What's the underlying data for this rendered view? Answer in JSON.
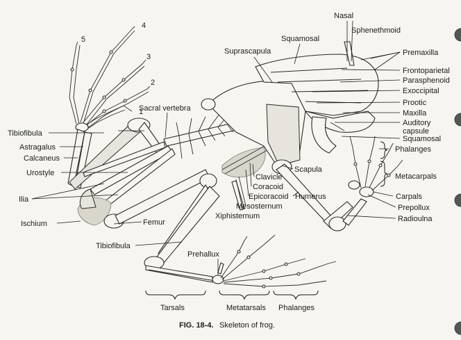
{
  "labels": {
    "nasal": "Nasal",
    "sphenethmoid": "Sphenethmoid",
    "squamosal_top": "Squamosal",
    "premaxilla": "Premaxilla",
    "suprascapula": "Suprascapula",
    "frontoparietal": "Frontoparietal",
    "parasphenoid": "Parasphenoid",
    "exoccipital": "Exoccipital",
    "prootic": "Prootic",
    "maxilla": "Maxilla",
    "auditory_capsule_line1": "Auditory",
    "auditory_capsule_line2": "capsule",
    "squamosal_right": "Squamosal",
    "phalanges_right": "Phalanges",
    "metacarpals": "Metacarpals",
    "carpals": "Carpals",
    "prepollux": "Prepollux",
    "radioulna": "Radioulna",
    "sacral_vertebra": "Sacral vertebra",
    "tibiofibula_top": "Tibiofibula",
    "astragalus": "Astragalus",
    "calcaneus": "Calcaneus",
    "urostyle": "Urostyle",
    "ilia": "Ilia",
    "ischium": "Ischium",
    "femur": "Femur",
    "tibiofibula_bottom": "Tibiofibula",
    "scapula": "Scapula",
    "clavicle": "Clavicle",
    "coracoid": "Coracoid",
    "epicoracoid": "Epicoracoid",
    "mesosternum": "Mesosternum",
    "xiphisternum": "Xiphisternum",
    "humerus": "Humerus",
    "prehallux": "Prehallux",
    "tarsals": "Tarsals",
    "metatarsals": "Metatarsals",
    "phalanges_bottom": "Phalanges"
  },
  "toe_numbers": [
    "1",
    "2",
    "3",
    "4",
    "5"
  ],
  "caption": {
    "figure_number": "FIG. 18-4.",
    "text": "Skeleton of frog."
  }
}
